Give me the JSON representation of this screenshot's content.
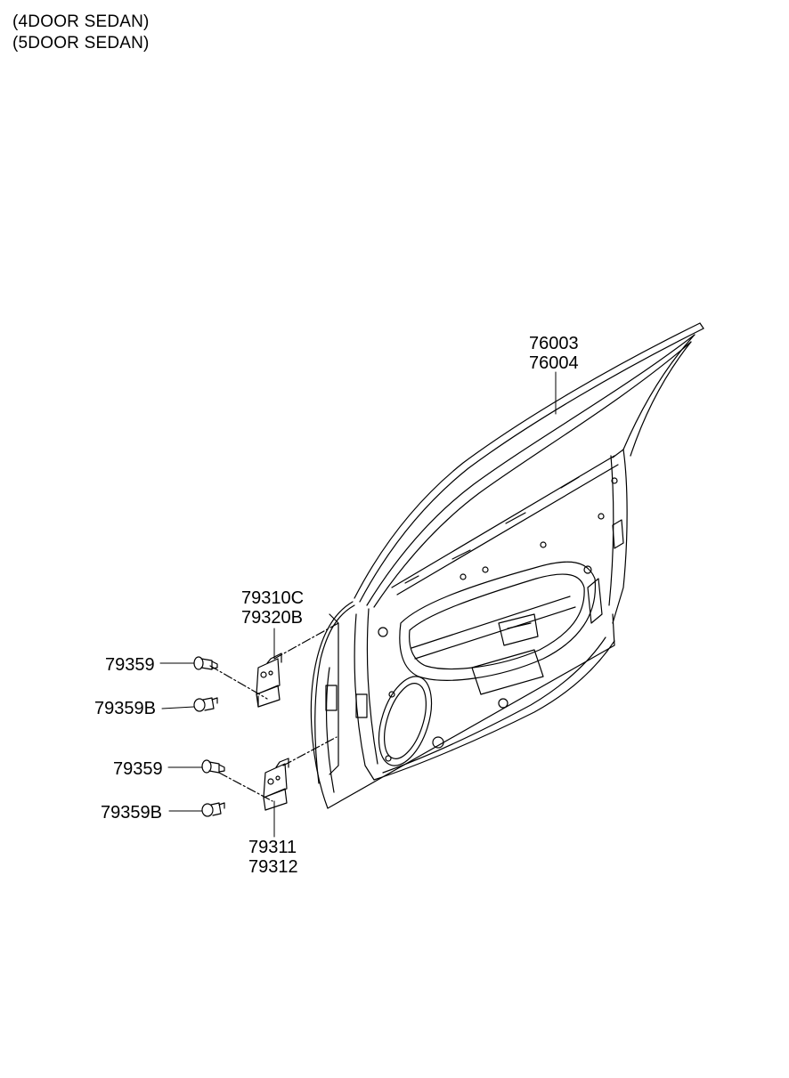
{
  "header": {
    "line1": "(4DOOR SEDAN)",
    "line2": "(5DOOR SEDAN)"
  },
  "callouts": {
    "door_panel": [
      "76003",
      "76004"
    ],
    "upper_hinge": [
      "79310C",
      "79320B"
    ],
    "upper_bolt_a": "79359",
    "upper_bolt_b": "79359B",
    "lower_bolt_a": "79359",
    "lower_bolt_b": "79359B",
    "lower_hinge": [
      "79311",
      "79312"
    ]
  }
}
